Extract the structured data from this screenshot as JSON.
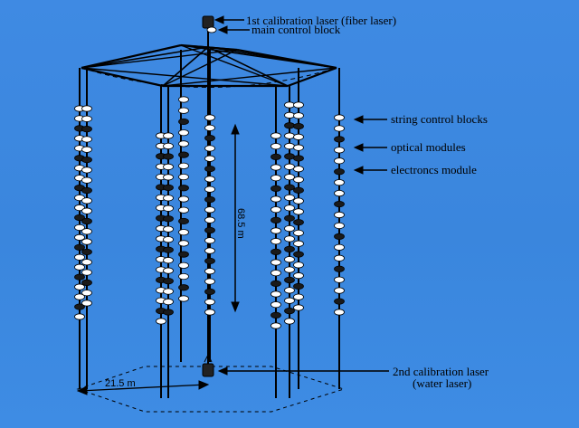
{
  "labels": {
    "calibration_laser_1": "1st calibration laser (fiber laser)",
    "main_control_block": "main control block",
    "string_control_blocks": "string control blocks",
    "optical_modules": "optical modules",
    "electronics_module": "electroncs module",
    "calibration_laser_2_line1": "2nd calibration laser",
    "calibration_laser_2_line2": "(water laser)"
  },
  "dimensions": {
    "string_section_length": "68.5 m",
    "array_radius": "21.5 m"
  },
  "colors": {
    "background": "#3a86dd",
    "line": "#000000",
    "optical_module_light": "#ffffff",
    "electronics_module_dark": "#1a1a1a"
  }
}
